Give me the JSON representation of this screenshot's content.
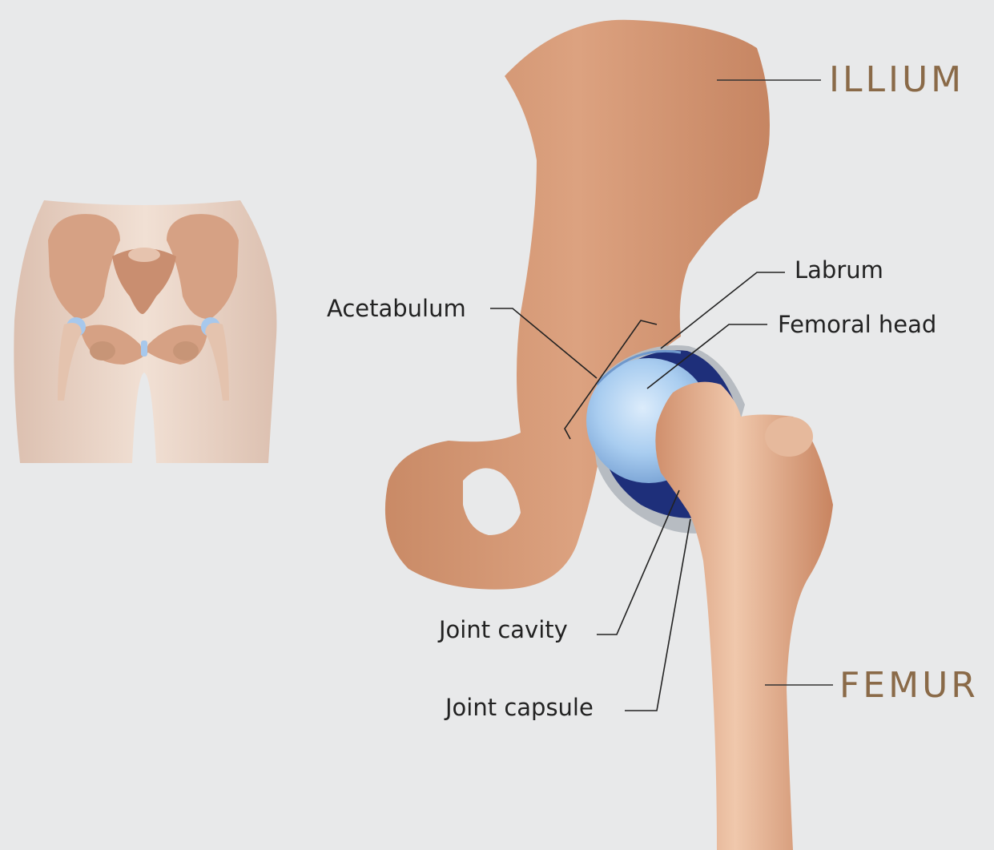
{
  "labels": {
    "illium": "ILLIUM",
    "femur": "FEMUR",
    "labrum": "Labrum",
    "femoral_head": "Femoral head",
    "acetabulum": "Acetabulum",
    "joint_cavity": "Joint cavity",
    "joint_capsule": "Joint capsule"
  },
  "colors": {
    "background": "#e8e9ea",
    "bone": "#d59a78",
    "cartilage": "#9dc3ea",
    "cavity": "#1e2f7a",
    "major_label": "#8a6a48"
  }
}
